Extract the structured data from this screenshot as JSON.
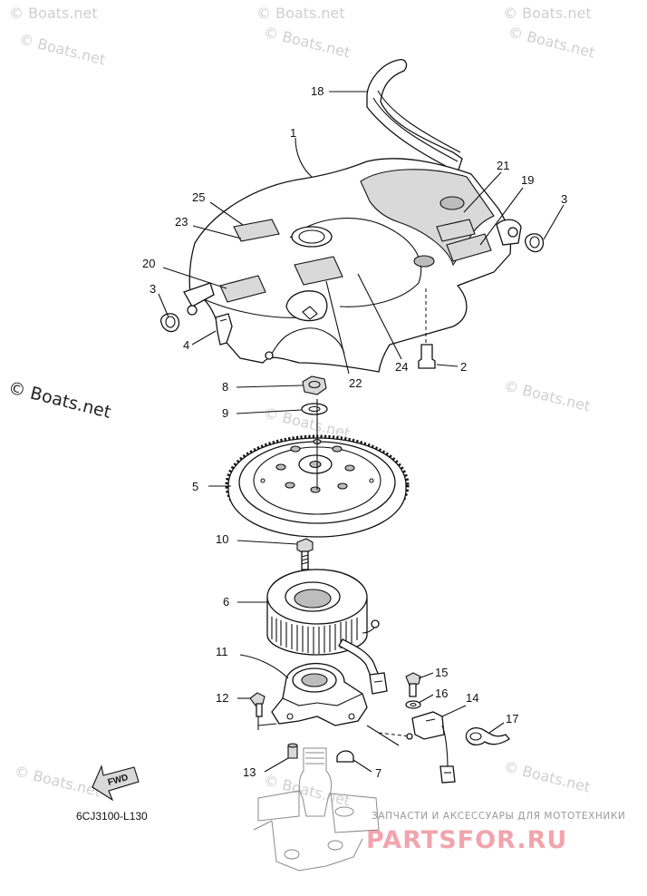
{
  "watermarks": [
    "© Boats.net",
    "© Boats.net",
    "© Boats.net",
    "© Boats.net",
    "© Boats.net",
    "© Boats.net",
    "© Boats.net",
    "© Boats.net",
    "© Boats.net",
    "© Boats.net",
    "© Boats.net"
  ],
  "copyright_left": "© Boats.net",
  "diagram_code": "6CJ3100-L130",
  "fwd_label": "FWD",
  "shop_tagline": "ЗАПЧАСТИ И АКСЕССУАРЫ ДЛЯ МОТОТЕХНИКИ",
  "shop_logo": "PARTSFOR.RU",
  "callouts": [
    {
      "id": "18",
      "text": "18"
    },
    {
      "id": "1",
      "text": "1"
    },
    {
      "id": "21",
      "text": "21"
    },
    {
      "id": "19",
      "text": "19"
    },
    {
      "id": "3a",
      "text": "3"
    },
    {
      "id": "25",
      "text": "25"
    },
    {
      "id": "23",
      "text": "23"
    },
    {
      "id": "20",
      "text": "20"
    },
    {
      "id": "3b",
      "text": "3"
    },
    {
      "id": "4",
      "text": "4"
    },
    {
      "id": "24",
      "text": "24"
    },
    {
      "id": "2",
      "text": "2"
    },
    {
      "id": "22",
      "text": "22"
    },
    {
      "id": "8",
      "text": "8"
    },
    {
      "id": "9",
      "text": "9"
    },
    {
      "id": "5",
      "text": "5"
    },
    {
      "id": "10",
      "text": "10"
    },
    {
      "id": "6",
      "text": "6"
    },
    {
      "id": "11",
      "text": "11"
    },
    {
      "id": "15",
      "text": "15"
    },
    {
      "id": "12",
      "text": "12"
    },
    {
      "id": "16",
      "text": "16"
    },
    {
      "id": "14",
      "text": "14"
    },
    {
      "id": "17",
      "text": "17"
    },
    {
      "id": "13",
      "text": "13"
    },
    {
      "id": "7",
      "text": "7"
    }
  ]
}
